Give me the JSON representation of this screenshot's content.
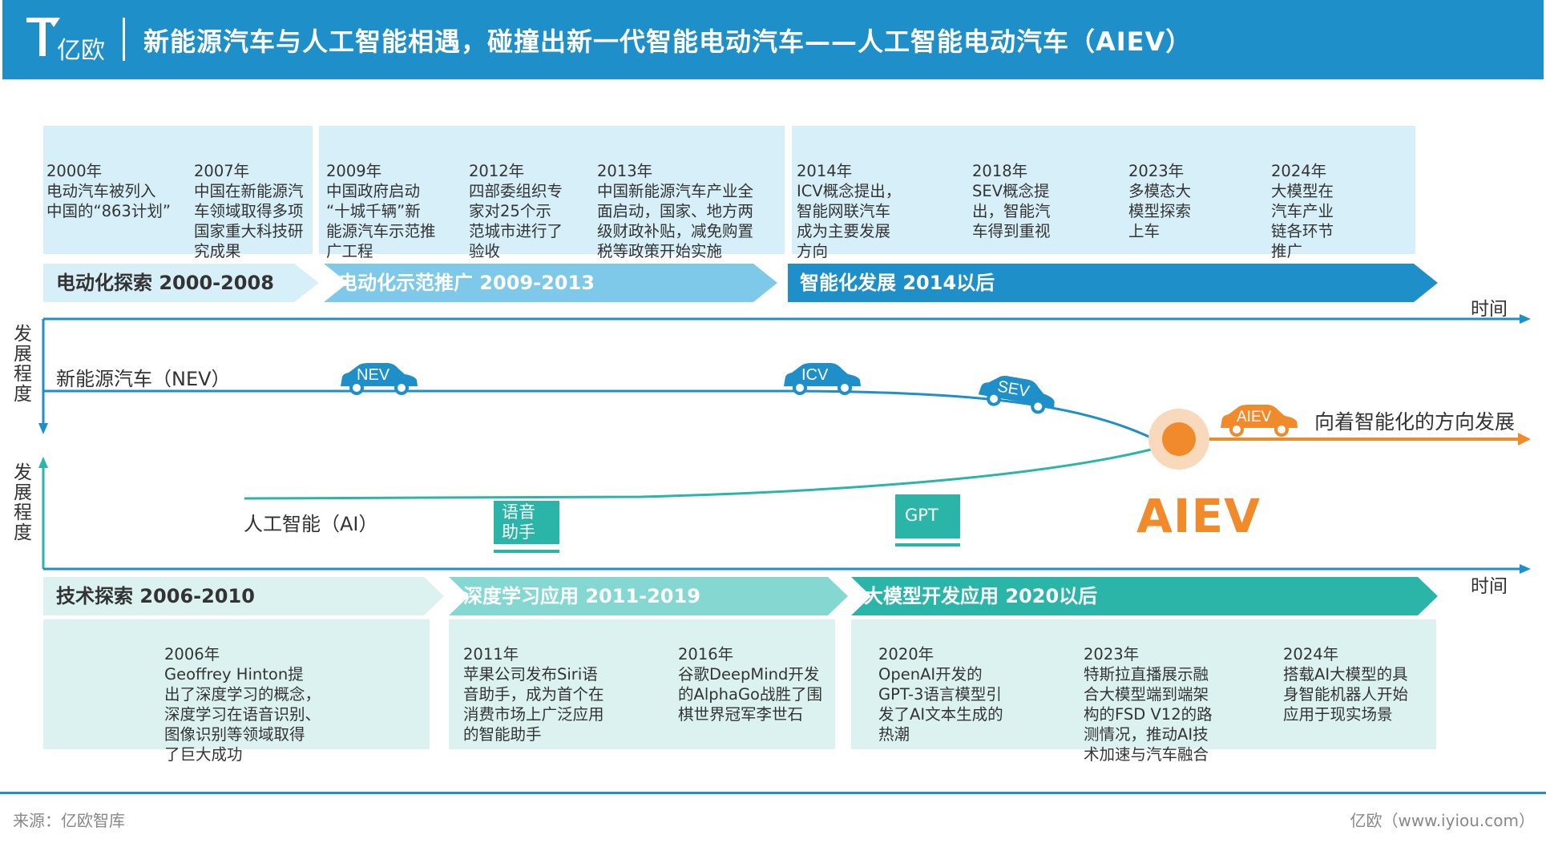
{
  "header": {
    "logo_text": "亿欧",
    "title": "新能源汽车与人工智能相遇，碰撞出新一代智能电动汽车——人工智能电动汽车（AIEV）"
  },
  "top_events": [
    {
      "year": "2000年",
      "text": "电动汽车被列入\n中国的“863计划”"
    },
    {
      "year": "2007年",
      "text": "中国在新能源汽\n车领域取得多项\n国家重大科技研\n究成果"
    },
    {
      "year": "2009年",
      "text": "中国政府启动\n“十城千辆”新\n能源汽车示范推\n广工程"
    },
    {
      "year": "2012年",
      "text": "四部委组织专\n家对25个示\n范城市进行了\n验收"
    },
    {
      "year": "2013年",
      "text": "中国新能源汽车产业全\n面启动，国家、地方两\n级财政补贴，减免购置\n税等政策开始实施"
    },
    {
      "year": "2014年",
      "text": "ICV概念提出，\n智能网联汽车\n成为主要发展\n方向"
    },
    {
      "year": "2018年",
      "text": "SEV概念提\n出，智能汽\n车得到重视"
    },
    {
      "year": "2023年",
      "text": "多模态大\n模型探索\n上车"
    },
    {
      "year": "2024年",
      "text": "大模型在\n汽车产业\n链各环节\n推广"
    }
  ],
  "top_phases": [
    {
      "label": "电动化探索 2000-2008",
      "color": "#d7eff9",
      "text_color": "#333333"
    },
    {
      "label": "电动化示范推广 2009-2013",
      "color": "#7ec9ea",
      "text_color": "#ffffff"
    },
    {
      "label": "智能化发展 2014以后",
      "color": "#1e8fc9",
      "text_color": "#ffffff"
    }
  ],
  "bottom_phases": [
    {
      "label": "技术探索 2006-2010",
      "color": "#dcf2f1",
      "text_color": "#333333"
    },
    {
      "label": "深度学习应用 2011-2019",
      "color": "#85d8d1",
      "text_color": "#ffffff"
    },
    {
      "label": "大模型开发应用 2020以后",
      "color": "#2bb5a8",
      "text_color": "#ffffff"
    }
  ],
  "bottom_events": [
    {
      "year": "2006年",
      "text": "Geoffrey Hinton提\n出了深度学习的概念，\n深度学习在语音识别、\n图像识别等领域取得\n了巨大成功"
    },
    {
      "year": "2011年",
      "text": "苹果公司发布Siri语\n音助手，成为首个在\n消费市场上广泛应用\n的智能助手"
    },
    {
      "year": "2016年",
      "text": "谷歌DeepMind开发\n的AlphaGo战胜了围\n棋世界冠军李世石"
    },
    {
      "year": "2020年",
      "text": "OpenAI开发的\nGPT-3语言模型引\n发了AI文本生成的\n热潮"
    },
    {
      "year": "2023年",
      "text": "特斯拉直播展示融\n合大模型端到端架\n构的FSD V12的路\n测情况，推动AI技\n术加速与汽车融合"
    },
    {
      "year": "2024年",
      "text": "搭载AI大模型的具\n身智能机器人开始\n应用于现实场景"
    }
  ],
  "axes": {
    "time_label": "时间",
    "dev_label": "发展程度"
  },
  "curves": {
    "nev_label": "新能源汽车（NEV）",
    "ai_label": "人工智能（AI）"
  },
  "cars": {
    "nev": "NEV",
    "icv": "ICV",
    "sev": "SEV",
    "aiev": "AIEV"
  },
  "ai_boxes": {
    "voice": "语音\n助手",
    "gpt": "GPT"
  },
  "aiev_label": "AIEV",
  "direction_label": "向着智能化的方向发展",
  "colors": {
    "blue": "#1e8fc9",
    "teal": "#2bb5a8",
    "orange": "#f08a2a"
  },
  "footer": {
    "source": "来源：亿欧智库",
    "site": "亿欧（www.iyiou.com）"
  }
}
